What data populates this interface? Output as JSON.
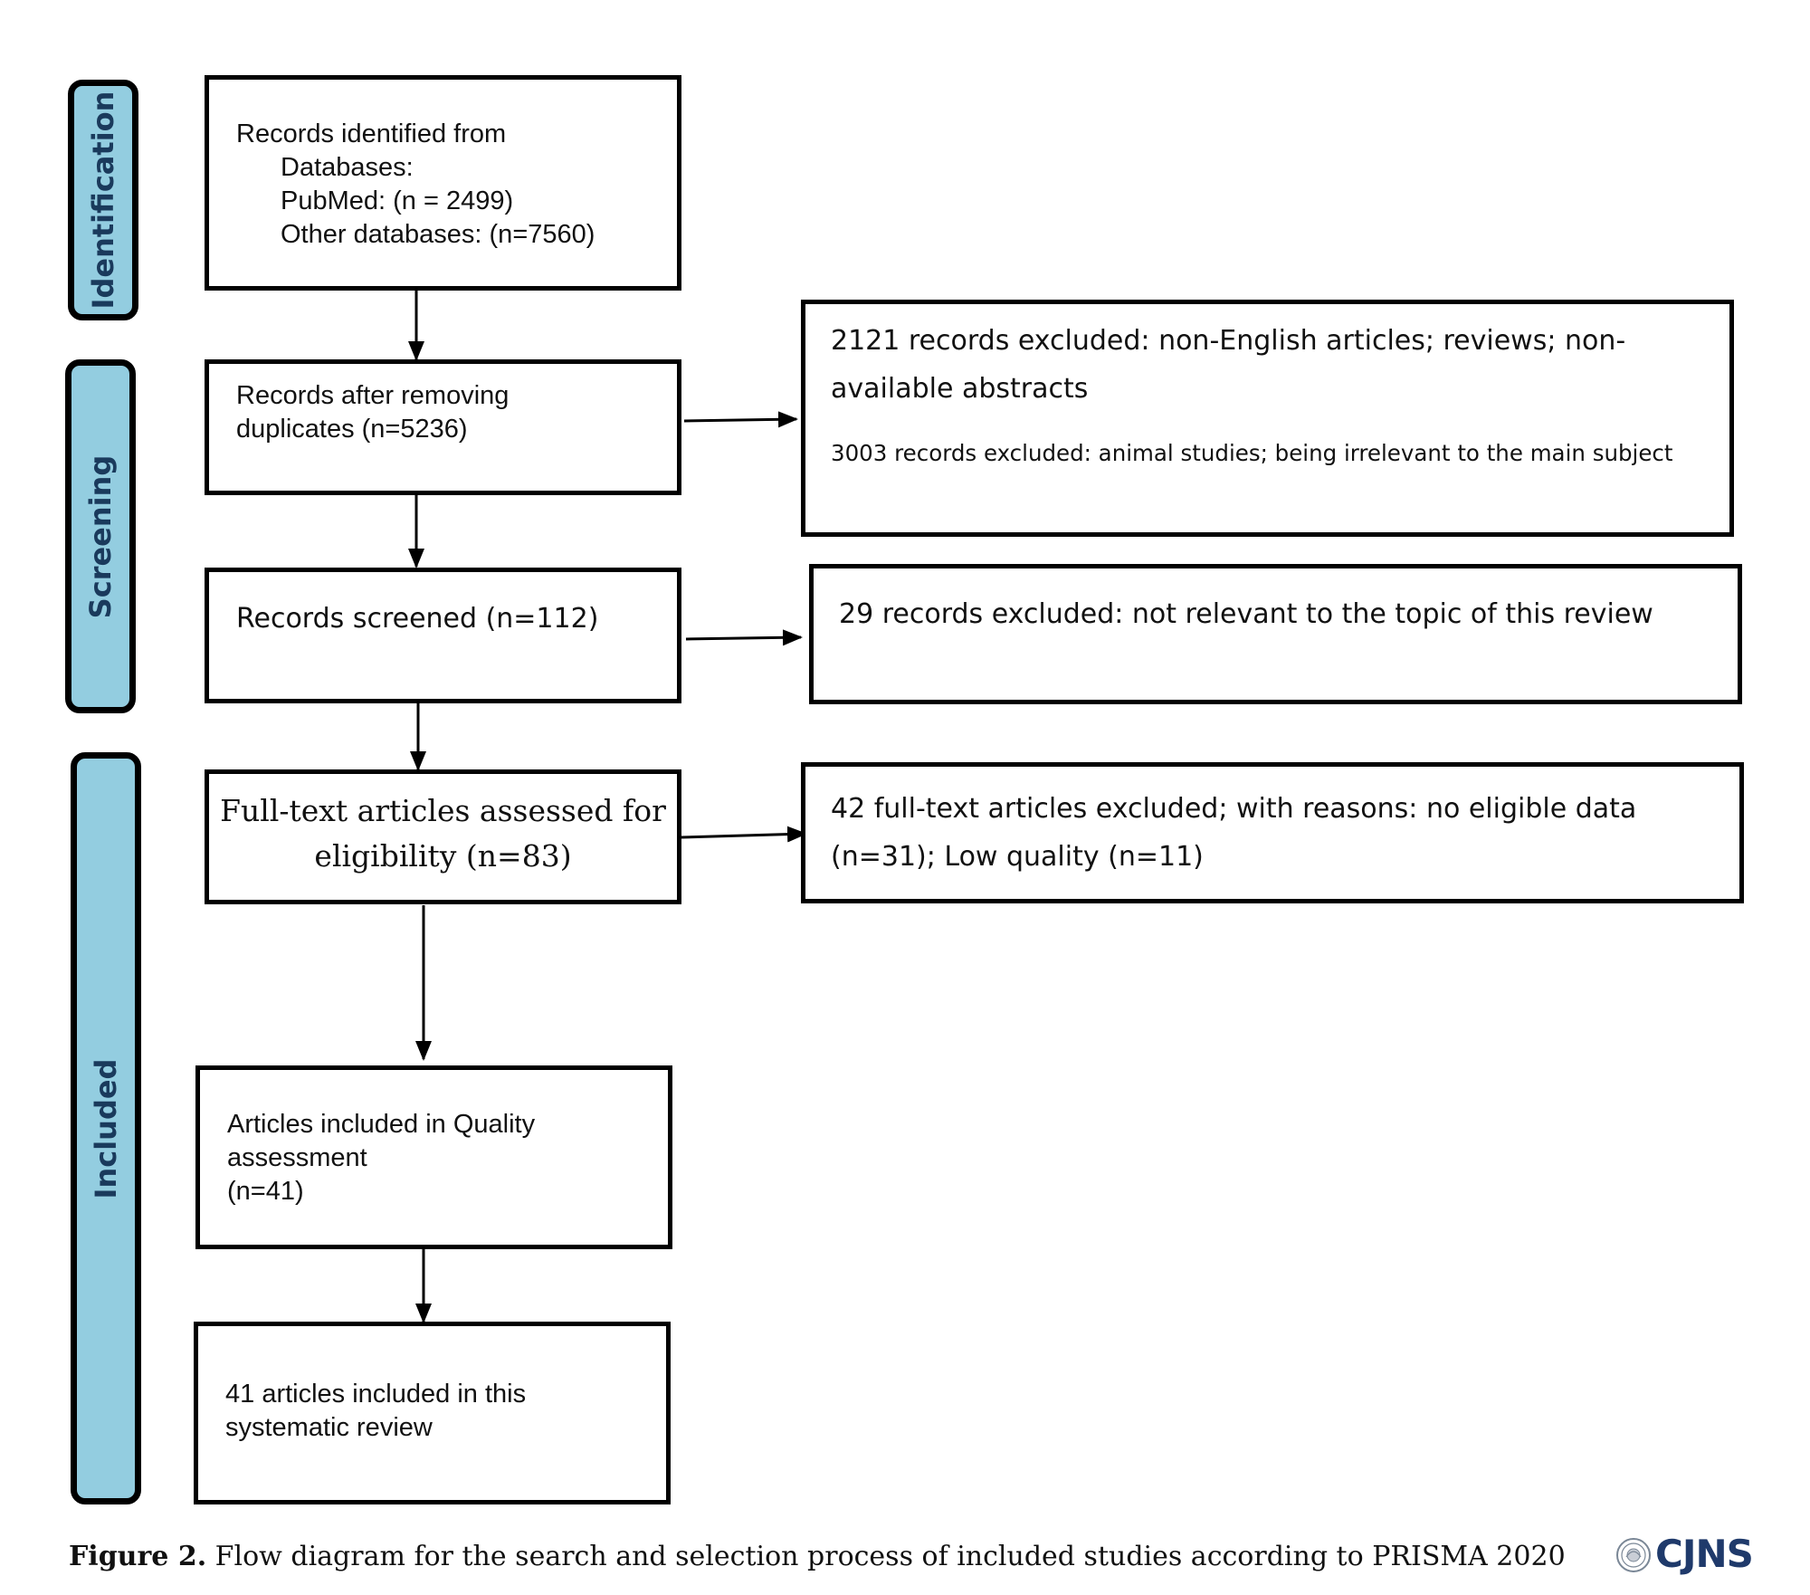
{
  "stages": [
    {
      "id": "identification",
      "label": "Identification"
    },
    {
      "id": "screening",
      "label": "Screening"
    },
    {
      "id": "included",
      "label": "Included"
    }
  ],
  "boxes": {
    "identified": {
      "title": "Records identified from",
      "sub1": "Databases:",
      "sub2": "PubMed: (n = 2499)",
      "sub3": "Other databases: (n=7560)"
    },
    "after_duplicates": {
      "line1": "Records after removing",
      "line2": "duplicates (n=5236)"
    },
    "screened": {
      "line1": "Records screened (n=112)"
    },
    "fulltext": {
      "line1": "Full-text articles assessed for",
      "line2": "eligibility (n=83)"
    },
    "quality": {
      "line1": "Articles included in Quality",
      "line2": "assessment",
      "line3": "(n=41)"
    },
    "final": {
      "line1": "41 articles included in this",
      "line2": "systematic review"
    },
    "excluded_screening": {
      "line1": "2121 records excluded: non-English articles; reviews; non-",
      "line2": "available abstracts",
      "line3": "3003 records excluded: animal studies; being irrelevant to the main subject"
    },
    "excluded_screened": {
      "line1": "29 records excluded: not relevant to the topic of this review"
    },
    "excluded_fulltext": {
      "line1": "42 full-text articles excluded; with reasons: no eligible data",
      "line2": "(n=31); Low quality (n=11)"
    }
  },
  "caption": {
    "label": "Figure 2.",
    "text": " Flow diagram for the search and selection process of included studies according to PRISMA 2020"
  },
  "logo": {
    "text": "CJNS"
  },
  "colors": {
    "stage_fill": "#93cde0",
    "stage_text": "#1a3a5c",
    "logo_text": "#1f3a6b"
  }
}
